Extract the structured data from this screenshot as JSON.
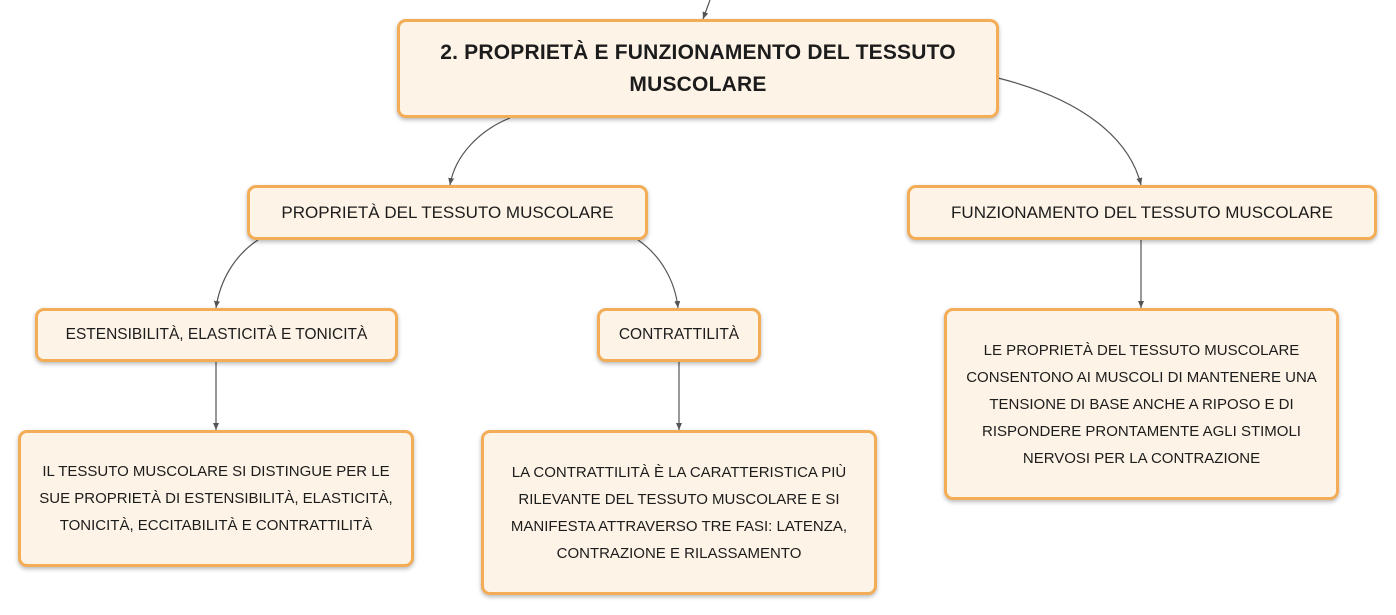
{
  "diagram": {
    "root": {
      "text": "2. PROPRIETÀ E FUNZIONAMENTO DEL TESSUTO MUSCOLARE"
    },
    "branches": [
      {
        "text": "PROPRIETÀ DEL TESSUTO MUSCOLARE"
      },
      {
        "text": "FUNZIONAMENTO DEL TESSUTO MUSCOLARE"
      }
    ],
    "sub_branches": [
      {
        "text": "ESTENSIBILITÀ, ELASTICITÀ E TONICITÀ"
      },
      {
        "text": "CONTRATTILITÀ"
      }
    ],
    "leaves": [
      {
        "text": "IL TESSUTO MUSCOLARE SI DISTINGUE PER LE SUE PROPRIETÀ DI ESTENSIBILITÀ, ELASTICITÀ, TONICITÀ, ECCITABILITÀ E CONTRATTILITÀ"
      },
      {
        "text": "LA CONTRATTILITÀ È LA CARATTERISTICA PIÙ RILEVANTE DEL TESSUTO MUSCOLARE E SI MANIFESTA ATTRAVERSO TRE FASI: LATENZA, CONTRAZIONE E RILASSAMENTO"
      },
      {
        "text": "LE PROPRIETÀ DEL TESSUTO MUSCOLARE CONSENTONO AI MUSCOLI DI MANTENERE UNA TENSIONE DI BASE ANCHE A RIPOSO E DI RISPONDERE PRONTAMENTE AGLI STIMOLI NERVOSI PER LA CONTRAZIONE"
      }
    ],
    "colors": {
      "node_fill": "#fdf3e6",
      "node_border": "#f3ad57",
      "connector": "#555555"
    }
  }
}
